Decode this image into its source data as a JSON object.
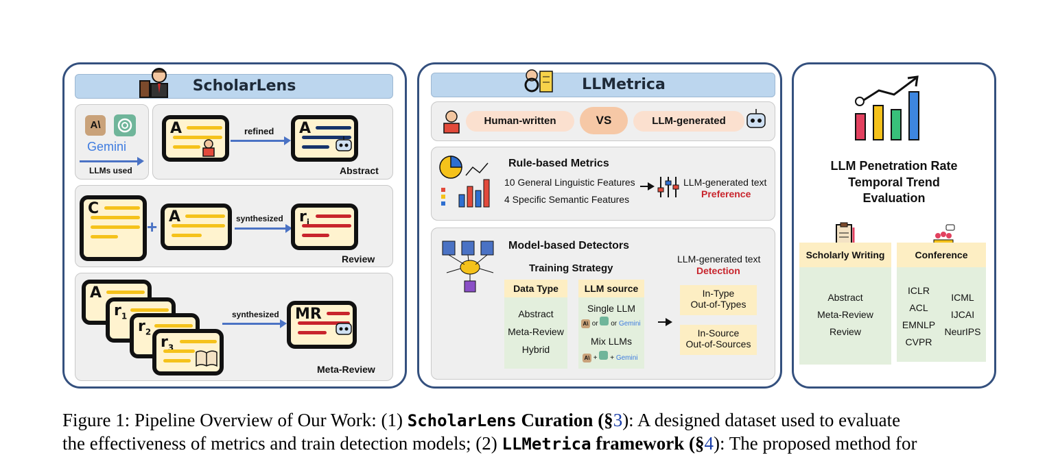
{
  "scholarlens": {
    "title": "ScholarLens",
    "llms_used_label": "LLMs used",
    "gemini_label": "Gemini",
    "abstract_card_letter": "A",
    "refined_label": "refined",
    "abstract_label": "Abstract",
    "review_c": "C",
    "review_a": "A",
    "synthesized_label": "synthesized",
    "review_ri": "r",
    "review_ri_sub": "i",
    "review_label": "Review",
    "meta_cards": [
      {
        "letter": "A",
        "sub": ""
      },
      {
        "letter": "r",
        "sub": "1"
      },
      {
        "letter": "r",
        "sub": "2"
      },
      {
        "letter": "r",
        "sub": "3"
      }
    ],
    "meta_synth_label": "synthesized",
    "meta_mr": "MR",
    "meta_review_label": "Meta-Review"
  },
  "llmetrica": {
    "title": "LLMetrica",
    "human_written": "Human-written",
    "vs": "VS",
    "llm_generated": "LLM-generated",
    "rule_title": "Rule-based Metrics",
    "rule_line1": "10 General Linguistic Features",
    "rule_line2": "4 Specific Semantic Features",
    "rule_out1": "LLM-generated text",
    "rule_out2": "Preference",
    "model_title": "Model-based Detectors",
    "training_strategy": "Training Strategy",
    "data_type_head": "Data Type",
    "data_types": [
      "Abstract",
      "Meta-Review",
      "Hybrid"
    ],
    "llm_source_head": "LLM source",
    "single_llm": "Single LLM",
    "or1": "or",
    "or2": "or",
    "mix_llms": "Mix LLMs",
    "plus1": "+",
    "plus2": "+",
    "gemini_small": "Gemini",
    "model_out1": "LLM-generated text",
    "model_out2": "Detection",
    "box1_line1": "In-Type",
    "box1_line2": "Out-of-Types",
    "box2_line1": "In-Source",
    "box2_line2": "Out-of-Sources"
  },
  "trend": {
    "title_l1": "LLM Penetration Rate",
    "title_l2": "Temporal Trend",
    "title_l3": "Evaluation",
    "scholarly_head": "Scholarly Writing",
    "scholarly_items": [
      "Abstract",
      "Meta-Review",
      "Review"
    ],
    "conference_head": "Conference",
    "conf_left": [
      "ICLR",
      "ACL",
      "EMNLP",
      "CVPR"
    ],
    "conf_right": [
      "ICML",
      "IJCAI",
      "NeurIPS"
    ]
  },
  "caption": {
    "line1_a": "Figure 1: Pipeline Overview of Our Work: (1) ",
    "line1_mono": "ScholarLens",
    "line1_b": " Curation (§",
    "line1_ref": "3",
    "line1_c": "): A designed dataset used to evaluate",
    "line2_a": "the effectiveness of metrics and train detection models; (2) ",
    "line2_mono": "LLMetrica",
    "line2_b": " framework (§",
    "line2_ref": "4",
    "line2_c": "): The proposed method for"
  },
  "colors": {
    "panel_border": "#34507e",
    "title_bg": "#bcd6ee",
    "card_bg": "#fff3cf",
    "yellow_bar": "#f5c21b",
    "navy_bar": "#17346b",
    "red_bar": "#c8242c",
    "arrow_blue": "#4a72c4",
    "highlight_red": "#c8242c"
  },
  "icons": [
    "researcher-icon",
    "anthropic-icon",
    "chatgpt-icon",
    "robot-icon",
    "analyst-icon",
    "pie-chart-icon",
    "bar-chart-icon",
    "sliders-icon",
    "document-icon",
    "brain-network-icon",
    "trend-chart-icon",
    "clipboard-icon",
    "conference-icon",
    "book-icon"
  ]
}
